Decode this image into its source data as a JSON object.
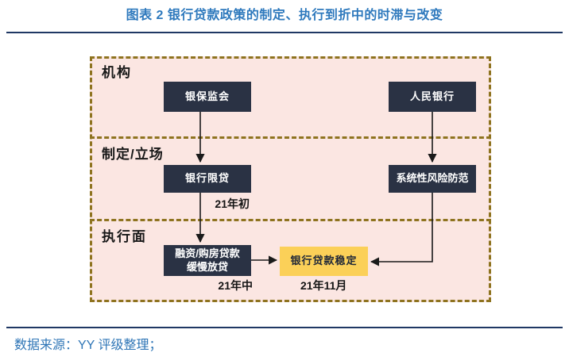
{
  "title": "图表 2 银行贷款政策的制定、执行到折中的时滞与改变",
  "source": "数据来源：YY 评级整理；",
  "diagram": {
    "sections": [
      {
        "label": "机构"
      },
      {
        "label": "制定/立场"
      },
      {
        "label": "执行面"
      }
    ],
    "nodes": {
      "cbirc": "银保监会",
      "pboc": "人民银行",
      "bank_limit": "银行限贷",
      "systemic_risk": "系统性风险防范",
      "slow_lending_line1": "融资/购房贷款",
      "slow_lending_line2": "缓慢放贷",
      "loan_stable": "银行贷款稳定"
    },
    "time_labels": {
      "early_21": "21年初",
      "mid_21": "21年中",
      "nov_21": "21年11月"
    },
    "colors": {
      "panel_bg": "#fbe6e2",
      "panel_border": "#8e731f",
      "node_bg": "#2a3244",
      "node_text": "#ffffff",
      "highlight_bg": "#fbd058",
      "highlight_text": "#202838",
      "title_blue": "#2e79bd",
      "source_blue": "#2e75b6",
      "rule_navy": "#1f3864",
      "arrow": "#1a1a1a"
    }
  }
}
